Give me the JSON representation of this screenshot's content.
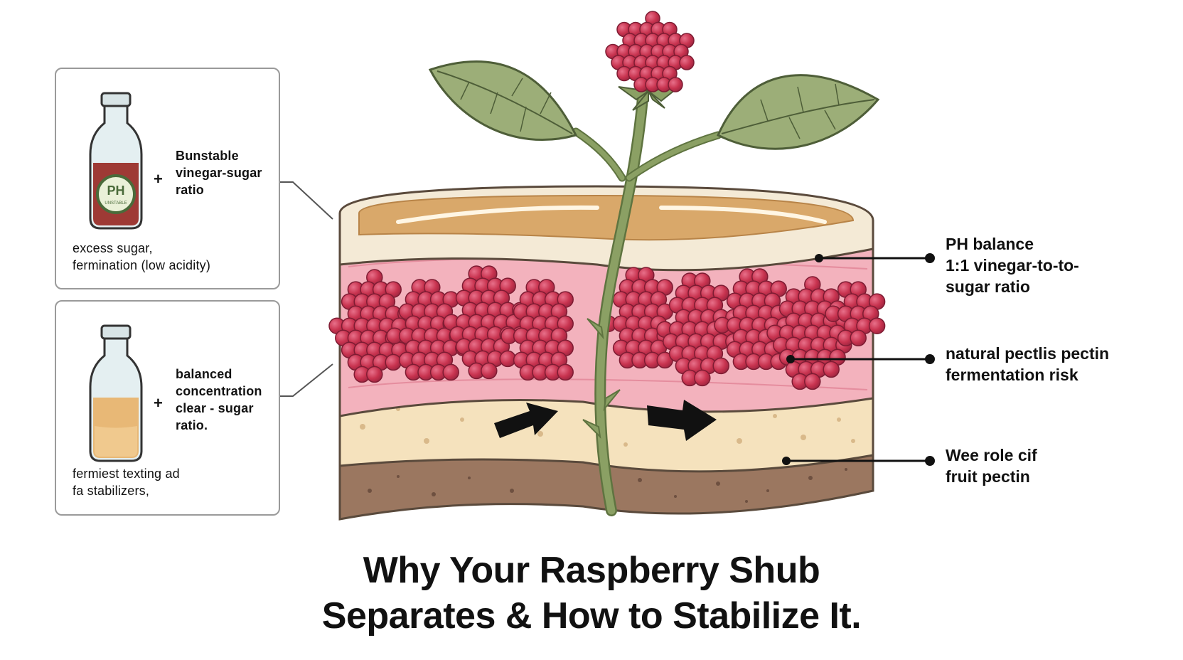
{
  "left_panels": [
    {
      "bottle_badge": "PH",
      "bottle_badge_sub": "UNSTABLE",
      "bottle_fill_color": "#9e3a35",
      "plus": "+",
      "side_lines": [
        "Bunstable",
        "vinegar-sugar",
        "ratio"
      ],
      "foot_lines": [
        "excess sugar,",
        "fermination (low acidity)"
      ]
    },
    {
      "bottle_fill_color": "#e8b876",
      "plus": "+",
      "side_lines": [
        "balanced",
        "concentration",
        "clear - sugar",
        "ratio."
      ],
      "foot_lines": [
        "fermiest  texting ad",
        "fa stabilizers,"
      ]
    }
  ],
  "callouts": [
    {
      "lines": [
        "PH balance",
        "1:1 vinegar-to-to-",
        "sugar ratio"
      ]
    },
    {
      "lines": [
        "natural pectlis pectin",
        "fermentation risk"
      ]
    },
    {
      "lines": [
        "Wee role cif",
        "fruit pectin"
      ]
    }
  ],
  "title_lines": [
    "Why Your Raspberry Shub",
    "Separates & How to Stabilize It."
  ],
  "colors": {
    "syrup": "#d9a86a",
    "syrup_rim": "#f4ead6",
    "pink_layer": "#f3b2bd",
    "raspberry": "#c8334f",
    "cream_layer": "#f5e2bd",
    "soil_layer": "#9b7760",
    "stem": "#8ba064",
    "leaf": "#9cae78",
    "outline": "#5a4a3c"
  }
}
